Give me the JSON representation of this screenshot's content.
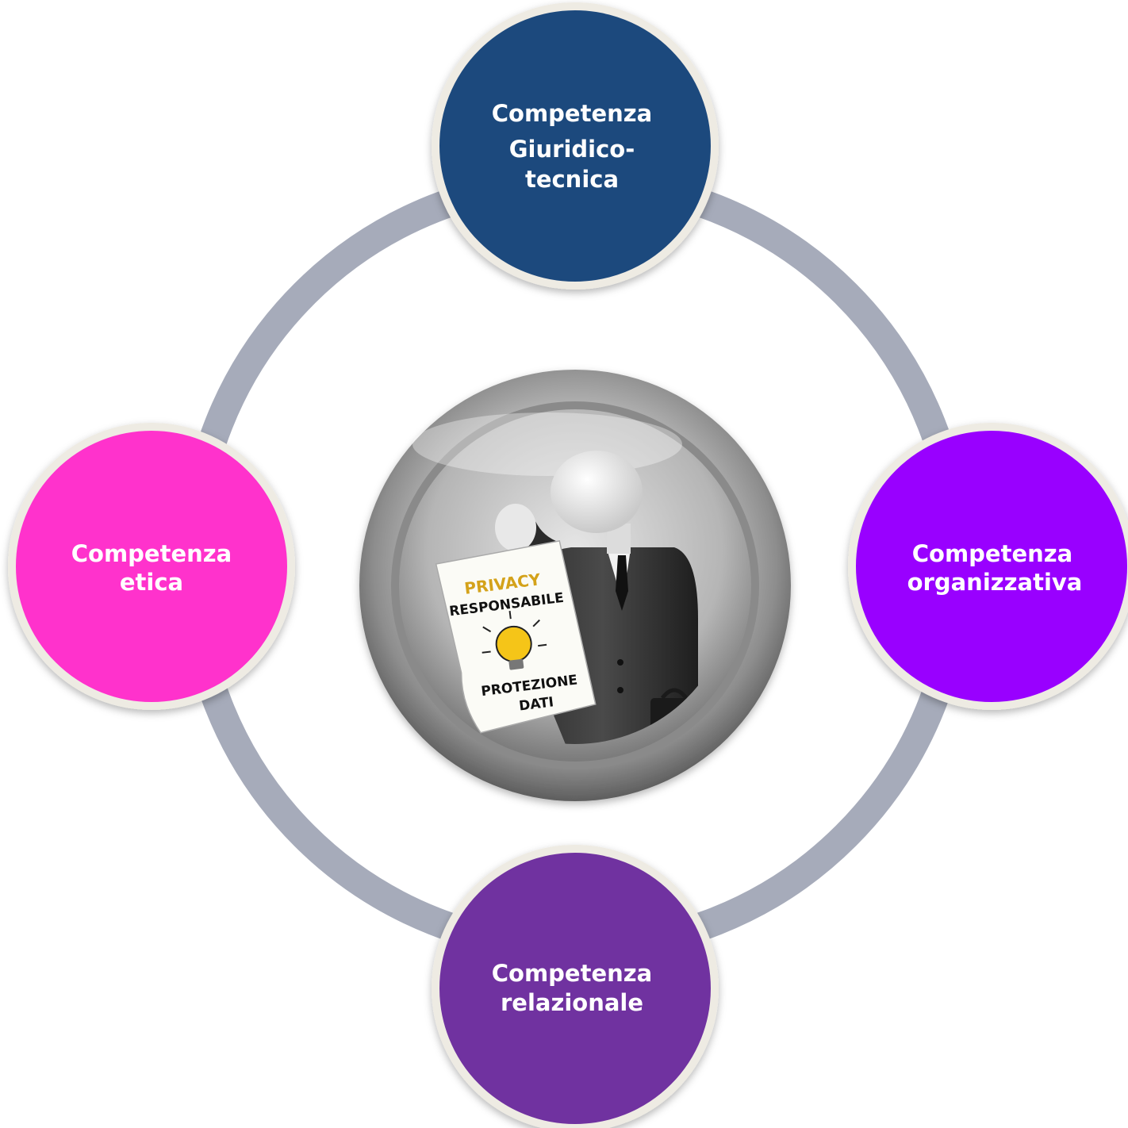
{
  "nodes": [
    {
      "id": "top",
      "lines": [
        "Competenza",
        "Giuridico-",
        "tecnica"
      ],
      "color": "#1F497D"
    },
    {
      "id": "right",
      "lines": [
        "Competenza",
        "organizzativa"
      ],
      "color": "#9900FF"
    },
    {
      "id": "bottom",
      "lines": [
        "Competenza",
        "relazionale"
      ],
      "color": "#7030A0"
    },
    {
      "id": "left",
      "lines": [
        "Competenza",
        "etica"
      ],
      "color": "#FF33CC"
    }
  ],
  "poster": {
    "line1": "PRIVACY",
    "line2": "RESPONSABILE",
    "line3": "PROTEZIONE",
    "line4": "DATI"
  },
  "colors": {
    "ring": "#A6ABBA",
    "node_border": "#EEEBE3",
    "button_metal": "#9E9E9E",
    "bulb": "#F5C518"
  }
}
